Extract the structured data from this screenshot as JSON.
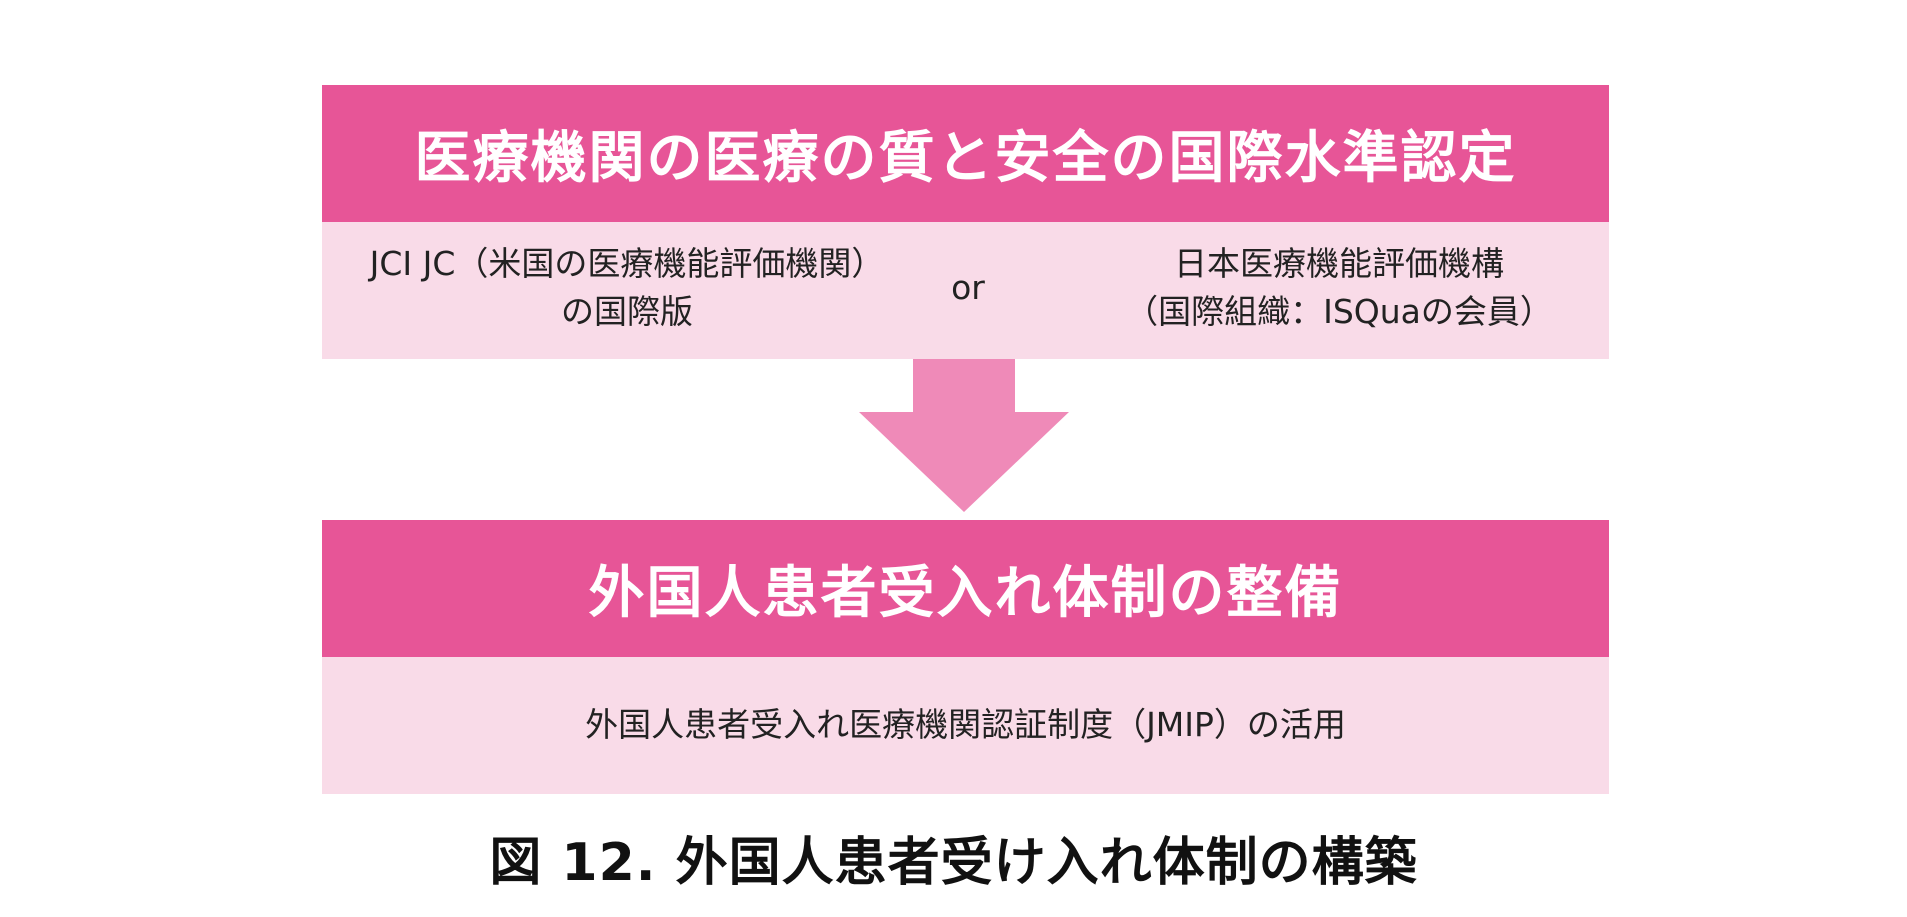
{
  "top_section": {
    "title": "医療機関の医療の質と安全の国際水準認定",
    "left_line1": "JCI JC（米国の医療機能評価機関）",
    "left_line2": "の国際版",
    "or_label": "or",
    "right_line1": "日本医療機能評価機構",
    "right_line2": "（国際組織：ISQuaの会員）"
  },
  "bottom_section": {
    "title": "外国人患者受入れ体制の整備",
    "body": "外国人患者受入れ医療機関認証制度（JMIP）の活用"
  },
  "caption": "図 12.  外国人患者受け入れ体制の構築",
  "colors": {
    "header_bg": "#e75597",
    "panel_bg": "#f9dbe8",
    "arrow": "#ef8ab8"
  }
}
